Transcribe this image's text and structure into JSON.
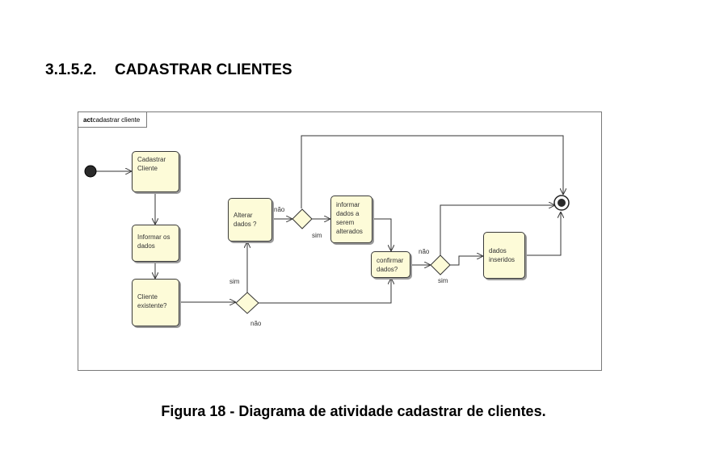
{
  "section": {
    "number": "3.1.5.2.",
    "title": "CADASTRAR CLIENTES"
  },
  "diagram": {
    "frame_keyword": "act",
    "frame_name": "cadastrar cliente",
    "nodes": {
      "cadastrar": "Cadastrar Cliente",
      "informar": "Informar os dados",
      "existente": "Cliente existente?",
      "alterar": "Alterar dados ?",
      "informar_alterados": "informar dados a serem alterados",
      "confirmar": "confirmar dados?",
      "inseridos": "dados inseridos"
    },
    "labels": {
      "d1_sim": "sim",
      "d1_nao": "não",
      "d2_nao": "não",
      "d2_sim": "sim",
      "d3_nao": "não",
      "d3_sim": "sim"
    }
  },
  "caption": "Figura 18 - Diagrama de atividade cadastrar de clientes."
}
